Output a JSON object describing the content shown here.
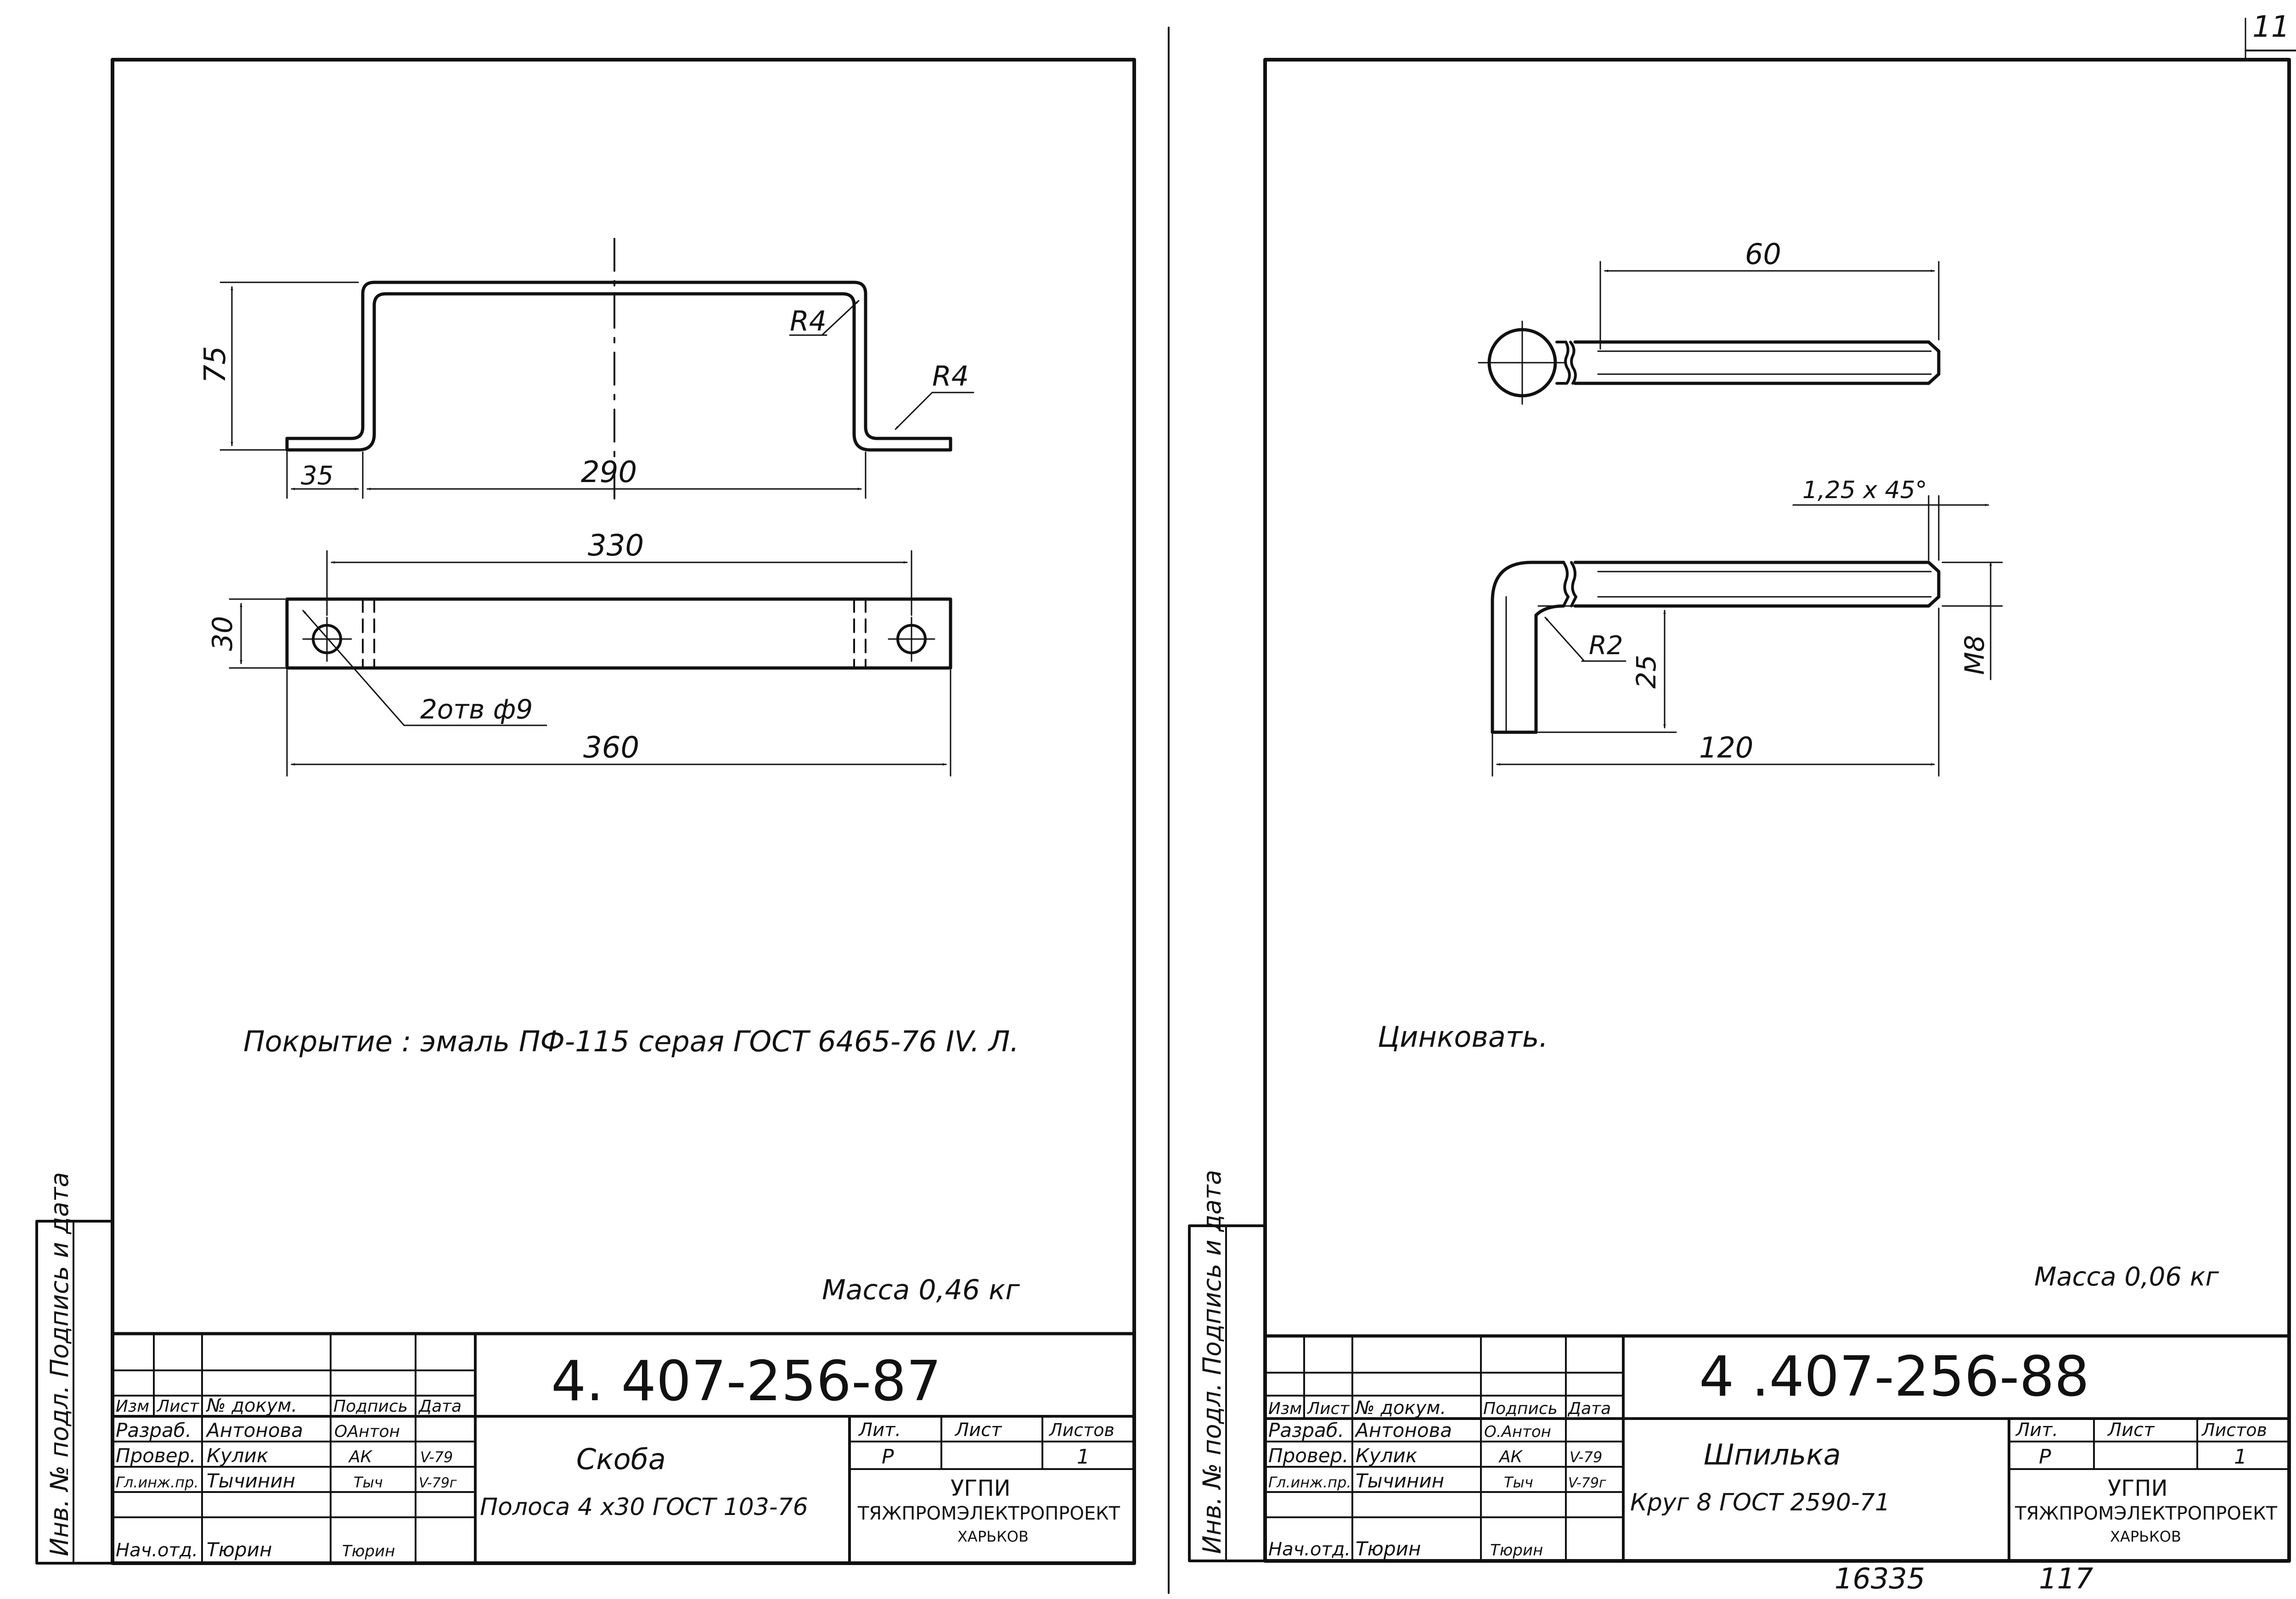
{
  "page_number": "11",
  "left_sheet": {
    "dims": {
      "height": "75",
      "radius_outer": "R4",
      "radius_inner": "R4",
      "flange": "35",
      "inner_width": "290",
      "hole_spacing": "330",
      "strip_width": "30",
      "holes": "2отв ф9",
      "total_length": "360"
    },
    "note": "Покрытие : эмаль ПФ-115 серая ГОСТ 6465-76 IV. Л.",
    "mass": "Масса 0,46 кг",
    "side_stamp": "Инв. № подл. Подпись и дата",
    "title_block": {
      "designation": "4. 407-256-87",
      "name": "Скоба",
      "material": "Полоса 4 х30 ГОСТ 103-76",
      "head": {
        "izm": "Изм",
        "list": "Лист",
        "doc": "№ докум.",
        "sign": "Подпись",
        "date": "Дата"
      },
      "rows": [
        {
          "role": "Разраб.",
          "person": "Антонова",
          "sign": "ОАнтон",
          "date": ""
        },
        {
          "role": "Провер.",
          "person": "Кулик",
          "sign": "АК",
          "date": "V-79"
        },
        {
          "role": "Гл.инж.пр.",
          "person": "Тычинин",
          "sign": "Тыч",
          "date": "V-79г"
        },
        {
          "role": "",
          "person": "",
          "sign": "",
          "date": ""
        },
        {
          "role": "Нач.отд.",
          "person": "Тюрин",
          "sign": "Тюрин",
          "date": ""
        }
      ],
      "lit_label": "Лит.",
      "lit_value": "Р",
      "sheet_label": "Лист",
      "sheet_value": "",
      "sheets_label": "Листов",
      "sheets_value": "1",
      "org": "УГПИ",
      "org2": "ТЯЖПРОМЭЛЕКТРОПРОЕКТ",
      "city": "ХАРЬКОВ"
    }
  },
  "right_sheet": {
    "dims": {
      "thread_length": "60",
      "chamfer": "1,25 х 45°",
      "radius": "R2",
      "leg": "25",
      "thread": "М8",
      "total_length": "120"
    },
    "note": "Цинковать.",
    "mass": "Масса 0,06 кг",
    "side_stamp": "Инв. № подл. Подпись и дата",
    "title_block": {
      "designation": "4 .407-256-88",
      "name": "Шпилька",
      "material": "Круг 8 ГОСТ 2590-71",
      "head": {
        "izm": "Изм",
        "list": "Лист",
        "doc": "№ докум.",
        "sign": "Подпись",
        "date": "Дата"
      },
      "rows": [
        {
          "role": "Разраб.",
          "person": "Антонова",
          "sign": "О.Антон",
          "date": ""
        },
        {
          "role": "Провер.",
          "person": "Кулик",
          "sign": "АК",
          "date": "V-79"
        },
        {
          "role": "Гл.инж.пр.",
          "person": "Тычинин",
          "sign": "Тыч",
          "date": "V-79г"
        },
        {
          "role": "",
          "person": "",
          "sign": "",
          "date": ""
        },
        {
          "role": "Нач.отд.",
          "person": "Тюрин",
          "sign": "Тюрин",
          "date": ""
        }
      ],
      "lit_label": "Лит.",
      "lit_value": "Р",
      "sheet_label": "Лист",
      "sheet_value": "",
      "sheets_label": "Листов",
      "sheets_value": "1",
      "org": "УГПИ",
      "org2": "ТЯЖПРОМЭЛЕКТРОПРОЕКТ",
      "city": "ХАРЬКОВ"
    }
  },
  "footer": {
    "number": "16335",
    "number2": "117"
  }
}
